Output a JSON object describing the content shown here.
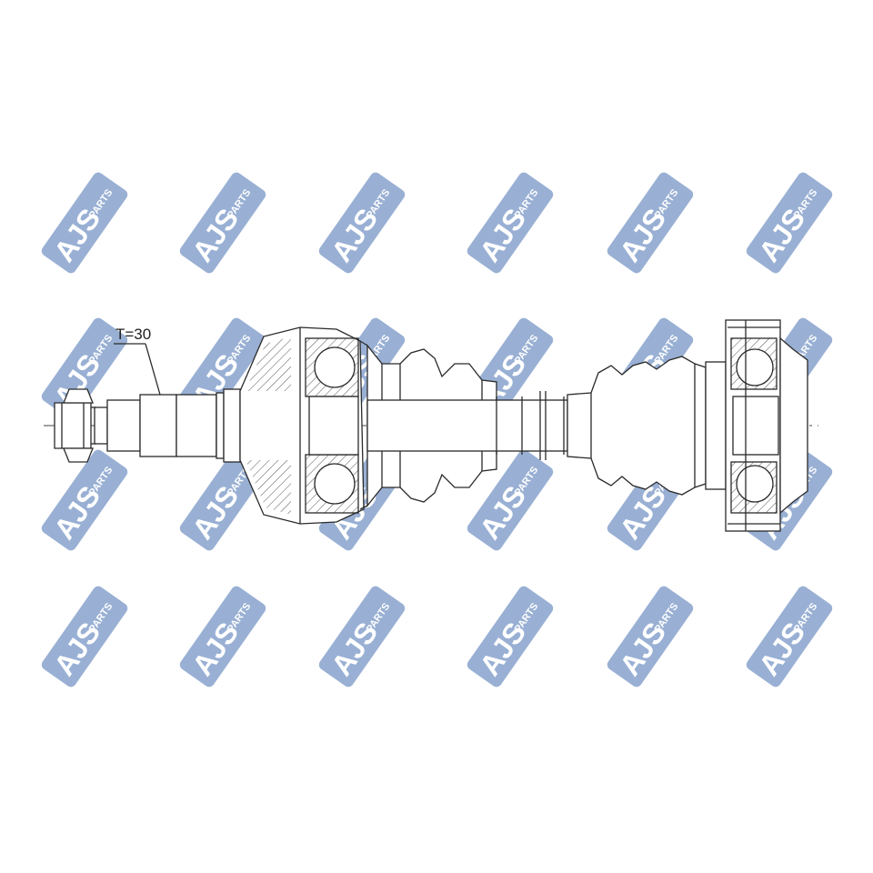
{
  "annotation": {
    "thread_label": "T=30"
  },
  "watermark": {
    "brand": "AJS",
    "suffix": "PARTS",
    "color": "#8ea7cf",
    "rows": 4,
    "cols": 6
  },
  "colors": {
    "line": "#2a2a2a",
    "hatch": "#555555",
    "centerline": "#444444"
  }
}
